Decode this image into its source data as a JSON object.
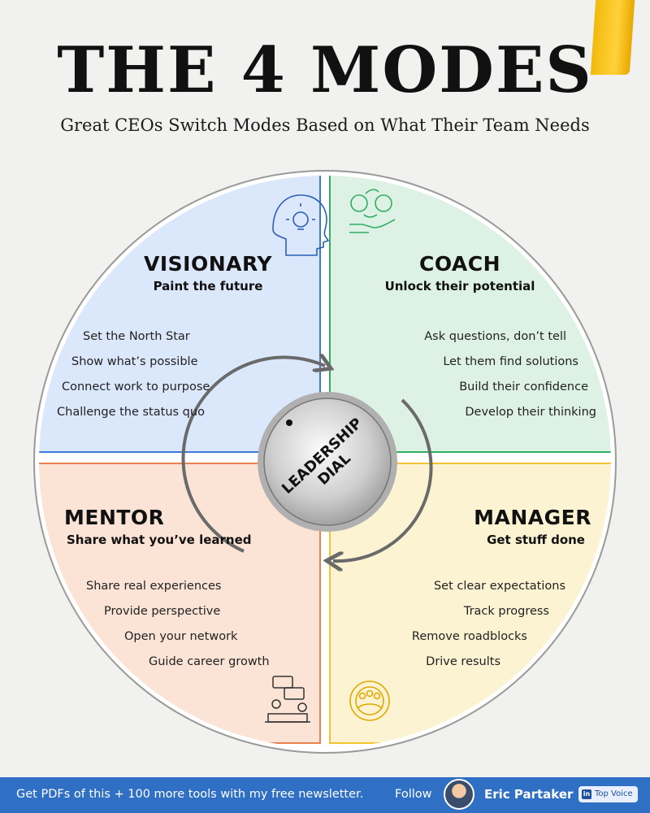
{
  "header": {
    "title": "THE 4 MODES",
    "subtitle": "Great CEOs Switch Modes Based on What Their Team Needs"
  },
  "center": {
    "line1": "LEADERSHIP",
    "line2": "DIAL"
  },
  "quadrants": {
    "visionary": {
      "title": "VISIONARY",
      "subtitle": "Paint the future",
      "color": "#dbe7fb",
      "border": "#3b78d8",
      "icon": "head-lightbulb-icon",
      "items": [
        "Set the North Star",
        "Show what’s possible",
        "Connect work to purpose",
        "Challenge the status quo"
      ]
    },
    "coach": {
      "title": "COACH",
      "subtitle": "Unlock their potential",
      "color": "#ddf1e4",
      "border": "#2fb061",
      "icon": "people-hand-icon",
      "items": [
        "Ask questions, don’t tell",
        "Let them find solutions",
        "Build their confidence",
        "Develop their thinking"
      ]
    },
    "mentor": {
      "title": "MENTOR",
      "subtitle": "Share what you’ve learned",
      "color": "#fbe3d6",
      "border": "#e9824f",
      "icon": "conversation-icon",
      "items": [
        "Share real experiences",
        "Provide perspective",
        "Open your network",
        "Guide career growth"
      ]
    },
    "manager": {
      "title": "MANAGER",
      "subtitle": "Get stuff done",
      "color": "#fcf3d2",
      "border": "#f1c531",
      "icon": "team-gear-icon",
      "items": [
        "Set clear expectations",
        "Track progress",
        "Remove roadblocks",
        "Drive results"
      ]
    }
  },
  "footer": {
    "promo": "Get PDFs of this + 100 more tools with my free newsletter.",
    "follow": "Follow",
    "name": "Eric Partaker",
    "badge": "Top Voice",
    "badge_icon": "linkedin-icon"
  }
}
